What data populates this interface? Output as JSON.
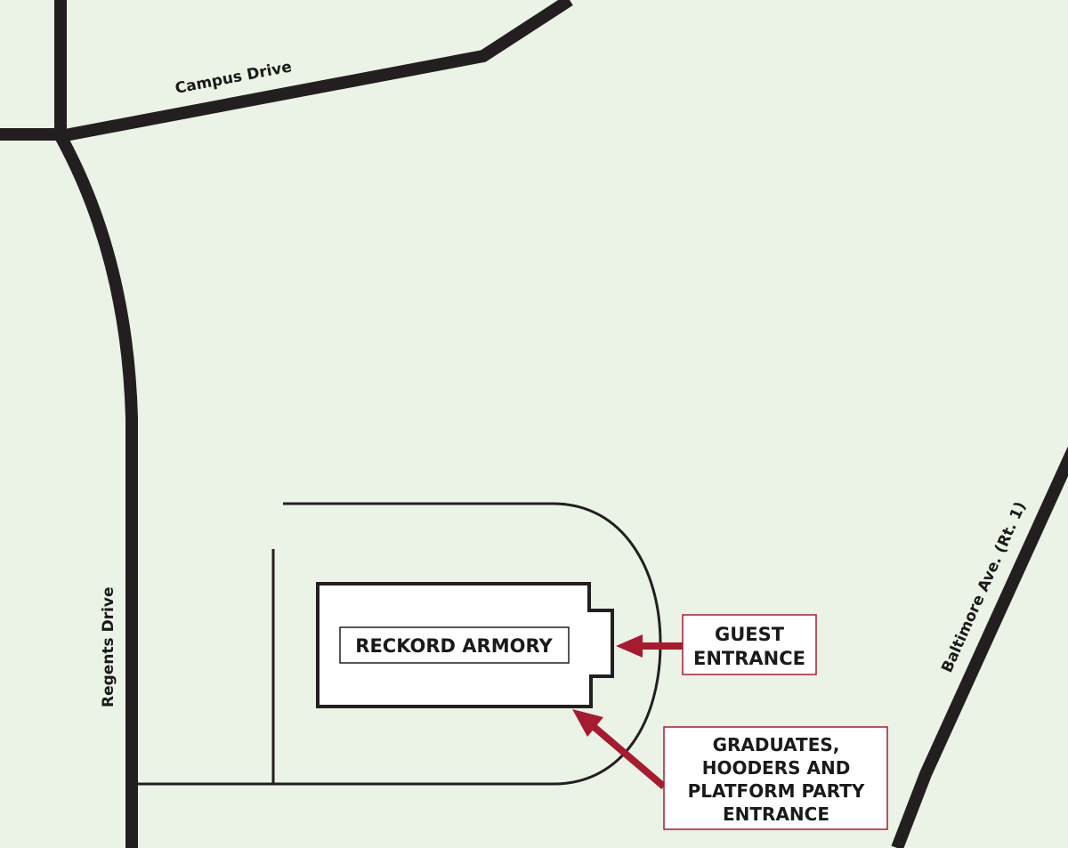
{
  "colors": {
    "background": "#ebf2e6",
    "road": "#231f20",
    "accent": "#a51c30"
  },
  "roads": {
    "campus_drive": "Campus Drive",
    "regents_drive": "Regents Drive",
    "baltimore_ave": "Baltimore Ave. (Rt. 1)"
  },
  "building": {
    "name": "RECKORD ARMORY"
  },
  "callouts": {
    "guest": [
      "GUEST",
      "ENTRANCE"
    ],
    "graduates": [
      "GRADUATES,",
      "HOODERS AND",
      "PLATFORM PARTY",
      "ENTRANCE"
    ]
  }
}
